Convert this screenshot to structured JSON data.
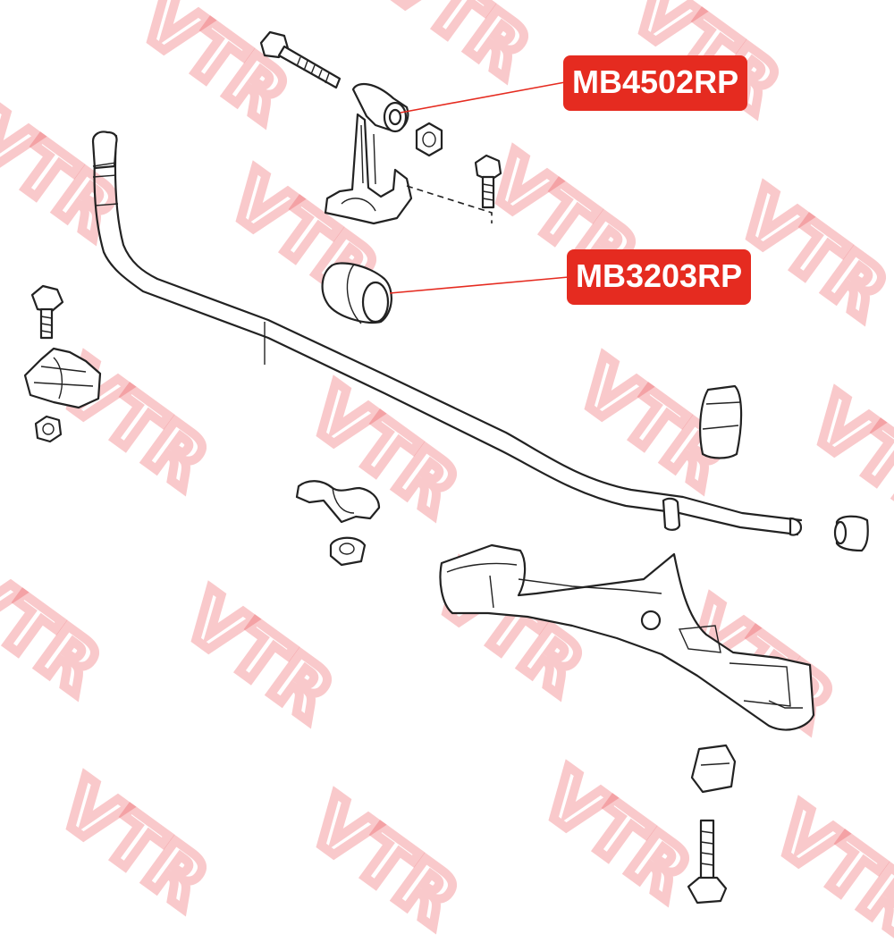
{
  "watermark": {
    "text": "VTR",
    "color": "#eb3c46"
  },
  "callouts": [
    {
      "part_number": "MB4502RP",
      "color": "#e52b20"
    },
    {
      "part_number": "MB3203RP",
      "color": "#e52b20"
    }
  ]
}
